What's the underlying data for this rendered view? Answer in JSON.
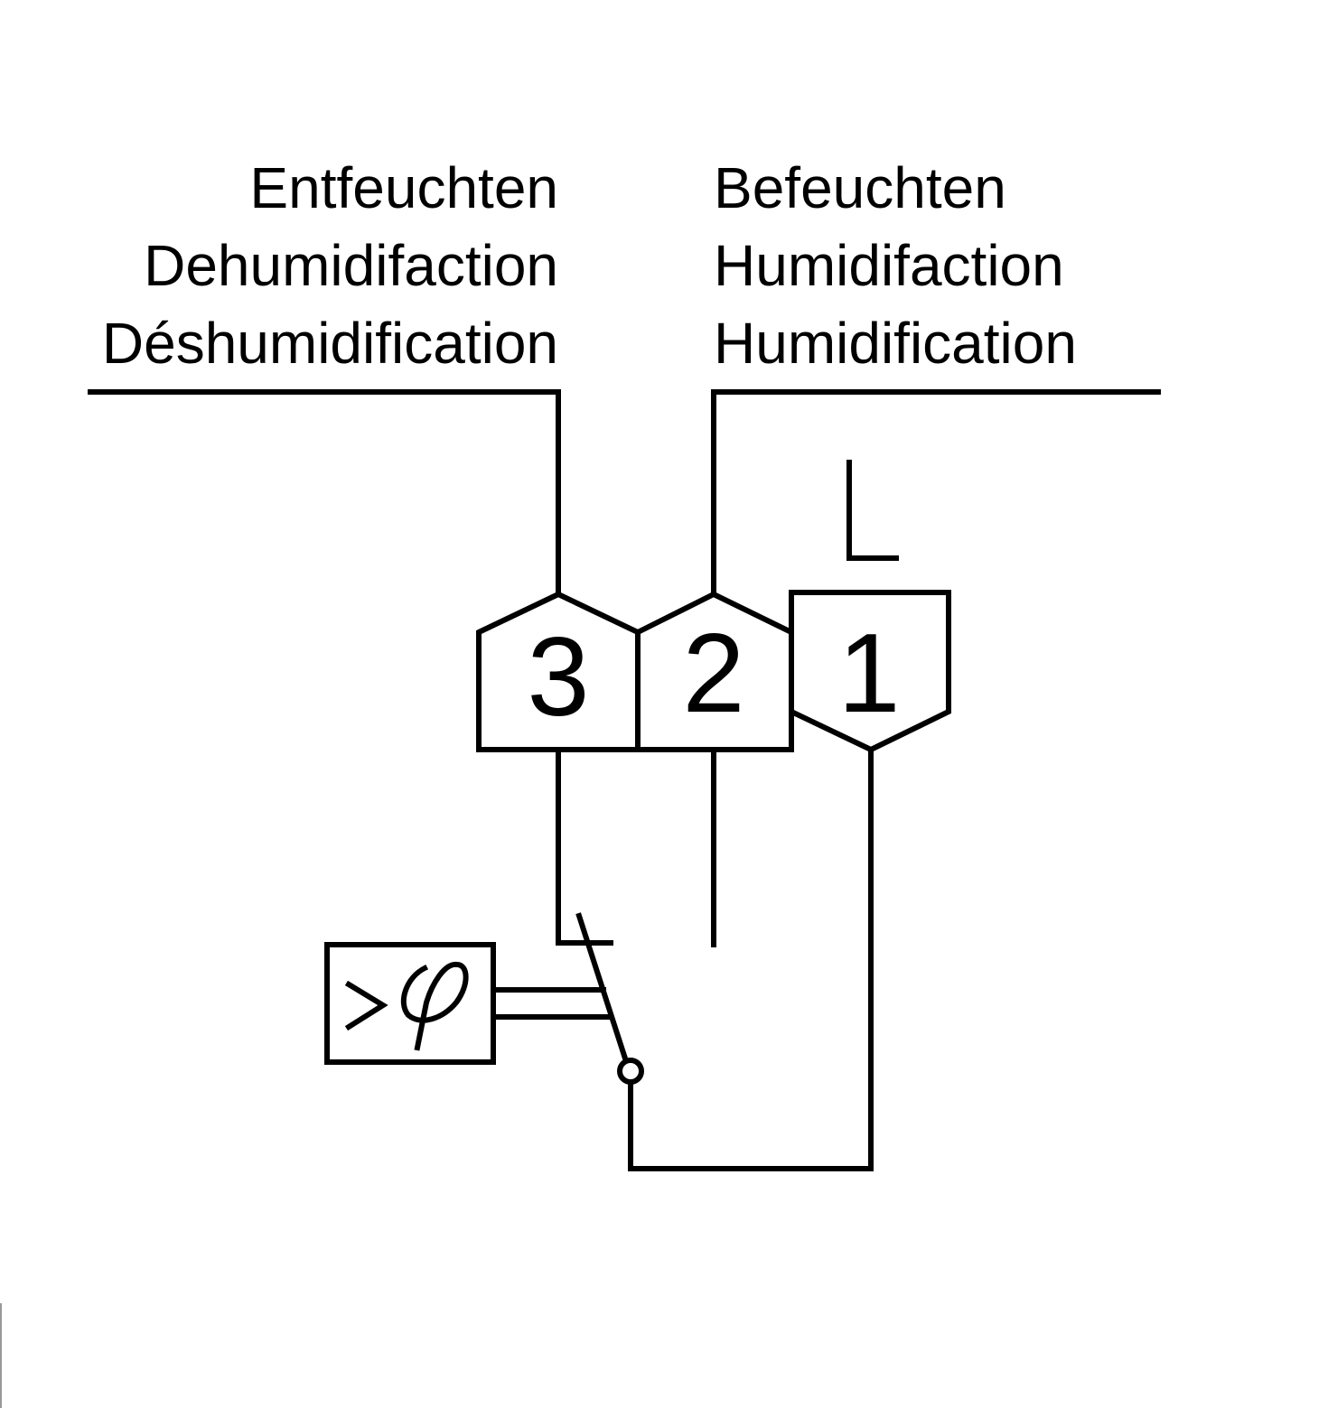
{
  "labels": {
    "left": [
      "Entfeuchten",
      "Dehumidifaction",
      "Déshumidification"
    ],
    "right": [
      "Befeuchten",
      "Humidifaction",
      "Humidification"
    ]
  },
  "terminals": [
    "3",
    "2",
    "1"
  ],
  "supply_label": "L",
  "sensor": {
    "comparator": ">",
    "symbol": "φ"
  }
}
